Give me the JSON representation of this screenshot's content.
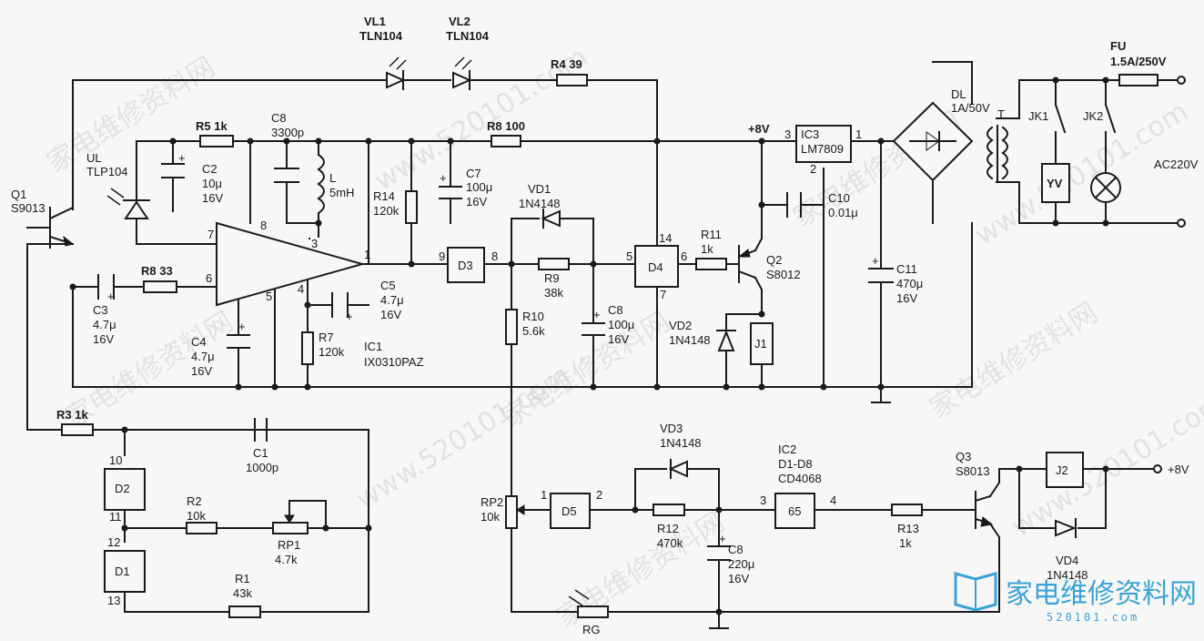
{
  "colors": {
    "ink": "#1a1a1a",
    "paper": "#f7f7f5",
    "logo": "#3aa3d8",
    "watermark": "#c9c9c9"
  },
  "labels": {
    "q1": "Q1",
    "q1_part": "S9013",
    "ul": "UL",
    "ul_part": "TLP104",
    "vl1": "VL1",
    "vl1_part": "TLN104",
    "vl2": "VL2",
    "vl2_part": "TLN104",
    "r4": "R4 39",
    "r5": "R5 1k",
    "c8_top": "C8",
    "c8_top_val": "3300p",
    "r8": "R8 100",
    "plus8v": "+8V",
    "ic3": "IC3",
    "ic3_part": "LM7809",
    "ic3_p3": "3",
    "ic3_p1": "1",
    "ic3_p2": "2",
    "dl": "DL",
    "dl_val": "1A/50V",
    "t": "T",
    "fu": "FU",
    "fu_val": "1.5A/250V",
    "jk1": "JK1",
    "jk2": "JK2",
    "ac": "AC220V",
    "yv": "YV",
    "c2": "C2",
    "c2_v1": "10μ",
    "c2_v2": "16V",
    "l": "L",
    "l_val": "5mH",
    "r14": "R14",
    "r14_val": "120k",
    "c7": "C7",
    "c7_v1": "100μ",
    "c7_v2": "16V",
    "vd1": "VD1",
    "vd1_part": "1N4148",
    "c10": "C10",
    "c10_val": "0.01μ",
    "r11": "R11",
    "r11_val": "1k",
    "q2": "Q2",
    "q2_part": "S8012",
    "c11": "C11",
    "c11_v1": "470μ",
    "c11_v2": "16V",
    "p7": "7",
    "p8": "8",
    "p6": "6",
    "p3": "3",
    "p1": "1",
    "p4": "4",
    "p5": "5",
    "d3": "D3",
    "d3_p9": "9",
    "d3_p8": "8",
    "d4": "D4",
    "d4_p14": "14",
    "d4_p5": "5",
    "d4_p6": "6",
    "d4_p7": "7",
    "r9": "R9",
    "r9_val": "38k",
    "r8b": "R8 33",
    "c3": "C3",
    "c3_v1": "4.7μ",
    "c3_v2": "16V",
    "c4": "C4",
    "c4_v1": "4.7μ",
    "c4_v2": "16V",
    "c5": "C5",
    "c5_v1": "4.7μ",
    "c5_v2": "16V",
    "r7": "R7",
    "r7_val": "120k",
    "ic1": "IC1",
    "ic1_part": "IX0310PAZ",
    "r10": "R10",
    "r10_val": "5.6k",
    "c8_mid": "C8",
    "c8_mid_v1": "100μ",
    "c8_mid_v2": "16V",
    "vd2": "VD2",
    "vd2_part": "1N4148",
    "j1": "J1",
    "r3": "R3 1k",
    "c1": "C1",
    "c1_val": "1000p",
    "d2": "D2",
    "d2_p10": "10",
    "d2_p11": "11",
    "r2": "R2",
    "r2_val": "10k",
    "rp1": "RP1",
    "rp1_val": "4.7k",
    "d1": "D1",
    "d1_p12": "12",
    "d1_p13": "13",
    "r1": "R1",
    "r1_val": "43k",
    "vd3": "VD3",
    "vd3_part": "1N4148",
    "ic2": "IC2",
    "ic2_sub": "D1-D8",
    "ic2_part": "CD4068",
    "rp2": "RP2",
    "rp2_val": "10k",
    "d5": "D5",
    "d5_p1": "1",
    "d5_p2": "2",
    "r12": "R12",
    "r12_val": "470k",
    "g65": "65",
    "g65_p3": "3",
    "g65_p4": "4",
    "r13": "R13",
    "r13_val": "1k",
    "q3": "Q3",
    "q3_part": "S8013",
    "j2": "J2",
    "plus8v_b": "+8V",
    "vd4": "VD4",
    "vd4_part": "1N4148",
    "c8_bot": "C8",
    "c8_bot_v1": "220μ",
    "c8_bot_v2": "16V",
    "rg": "RG"
  },
  "logo": {
    "text": "家电维修资料网",
    "url": "520101.com"
  },
  "watermark": {
    "cn": "家电维修资料网",
    "url": "www.520101.com"
  }
}
